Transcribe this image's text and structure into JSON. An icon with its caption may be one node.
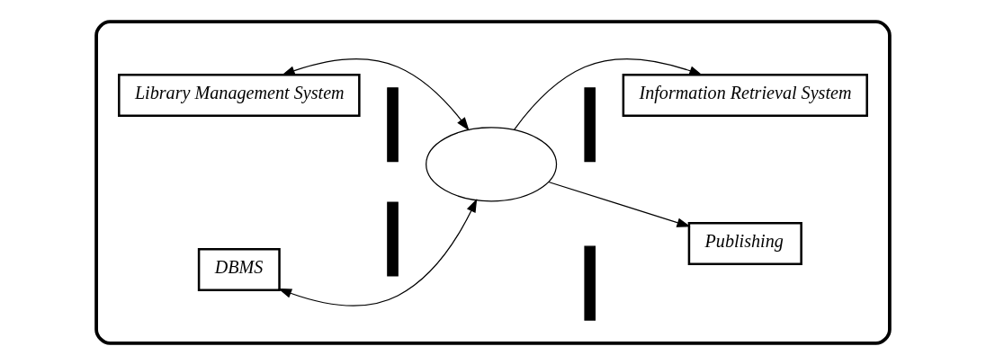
{
  "diagram": {
    "nodes": [
      {
        "text": [],
        "shape": "box"
      },
      {
        "text": [
          "Library Management System"
        ],
        "in": 0
      },
      {
        "text": [],
        "shape": "bar",
        "in": 0
      },
      {
        "text": [],
        "shape": "bar",
        "in": 0
      },
      {
        "text": [
          "Publishing"
        ],
        "in": 0
      },
      {
        "text": [],
        "shape": "ellipse",
        "in": 0
      },
      {
        "text": [],
        "shape": "bar",
        "in": 0
      },
      {
        "text": [
          "DBMS"
        ],
        "in": 0
      },
      {
        "text": [],
        "shape": "bar",
        "in": 0
      },
      {
        "text": [
          "Information Retrieval System"
        ],
        "in": 0
      }
    ],
    "edges": [
      {
        "from": 1,
        "to": 5,
        "arrow": "both"
      },
      {
        "from": 5,
        "to": 4,
        "arrow": "to"
      },
      {
        "from": 7,
        "to": 5,
        "arrow": "both"
      },
      {
        "from": 5,
        "to": 9,
        "arrow": "to"
      }
    ]
  }
}
